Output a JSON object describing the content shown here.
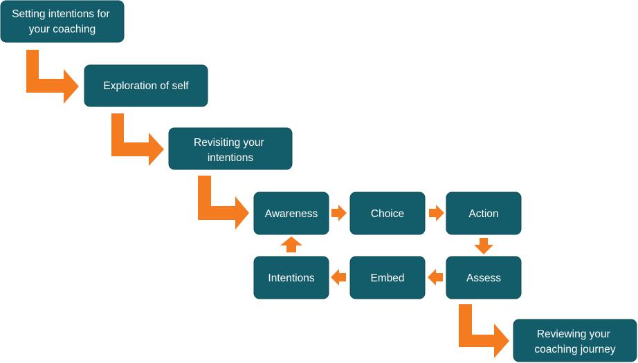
{
  "colors": {
    "box_fill": "#135D6A",
    "box_stroke": "#0E4C57",
    "box_text": "#FFFFFF",
    "arrow": "#F47B20",
    "background": "#FFFFFF"
  },
  "steps": [
    {
      "id": "setting-intentions",
      "lines": [
        "Setting intentions for",
        "your coaching"
      ]
    },
    {
      "id": "exploration-of-self",
      "lines": [
        "Exploration of self"
      ]
    },
    {
      "id": "revisiting-intentions",
      "lines": [
        "Revisiting your",
        "intentions"
      ]
    },
    {
      "id": "awareness",
      "lines": [
        "Awareness"
      ]
    },
    {
      "id": "choice",
      "lines": [
        "Choice"
      ]
    },
    {
      "id": "action",
      "lines": [
        "Action"
      ]
    },
    {
      "id": "assess",
      "lines": [
        "Assess"
      ]
    },
    {
      "id": "embed",
      "lines": [
        "Embed"
      ]
    },
    {
      "id": "intentions",
      "lines": [
        "Intentions"
      ]
    },
    {
      "id": "reviewing-journey",
      "lines": [
        "Reviewing your",
        "coaching journey"
      ]
    }
  ],
  "connections": [
    {
      "from": "setting-intentions",
      "to": "exploration-of-self"
    },
    {
      "from": "exploration-of-self",
      "to": "revisiting-intentions"
    },
    {
      "from": "revisiting-intentions",
      "to": "awareness"
    },
    {
      "from": "awareness",
      "to": "choice"
    },
    {
      "from": "choice",
      "to": "action"
    },
    {
      "from": "action",
      "to": "assess"
    },
    {
      "from": "assess",
      "to": "embed"
    },
    {
      "from": "embed",
      "to": "intentions"
    },
    {
      "from": "intentions",
      "to": "awareness"
    },
    {
      "from": "assess",
      "to": "reviewing-journey"
    }
  ]
}
